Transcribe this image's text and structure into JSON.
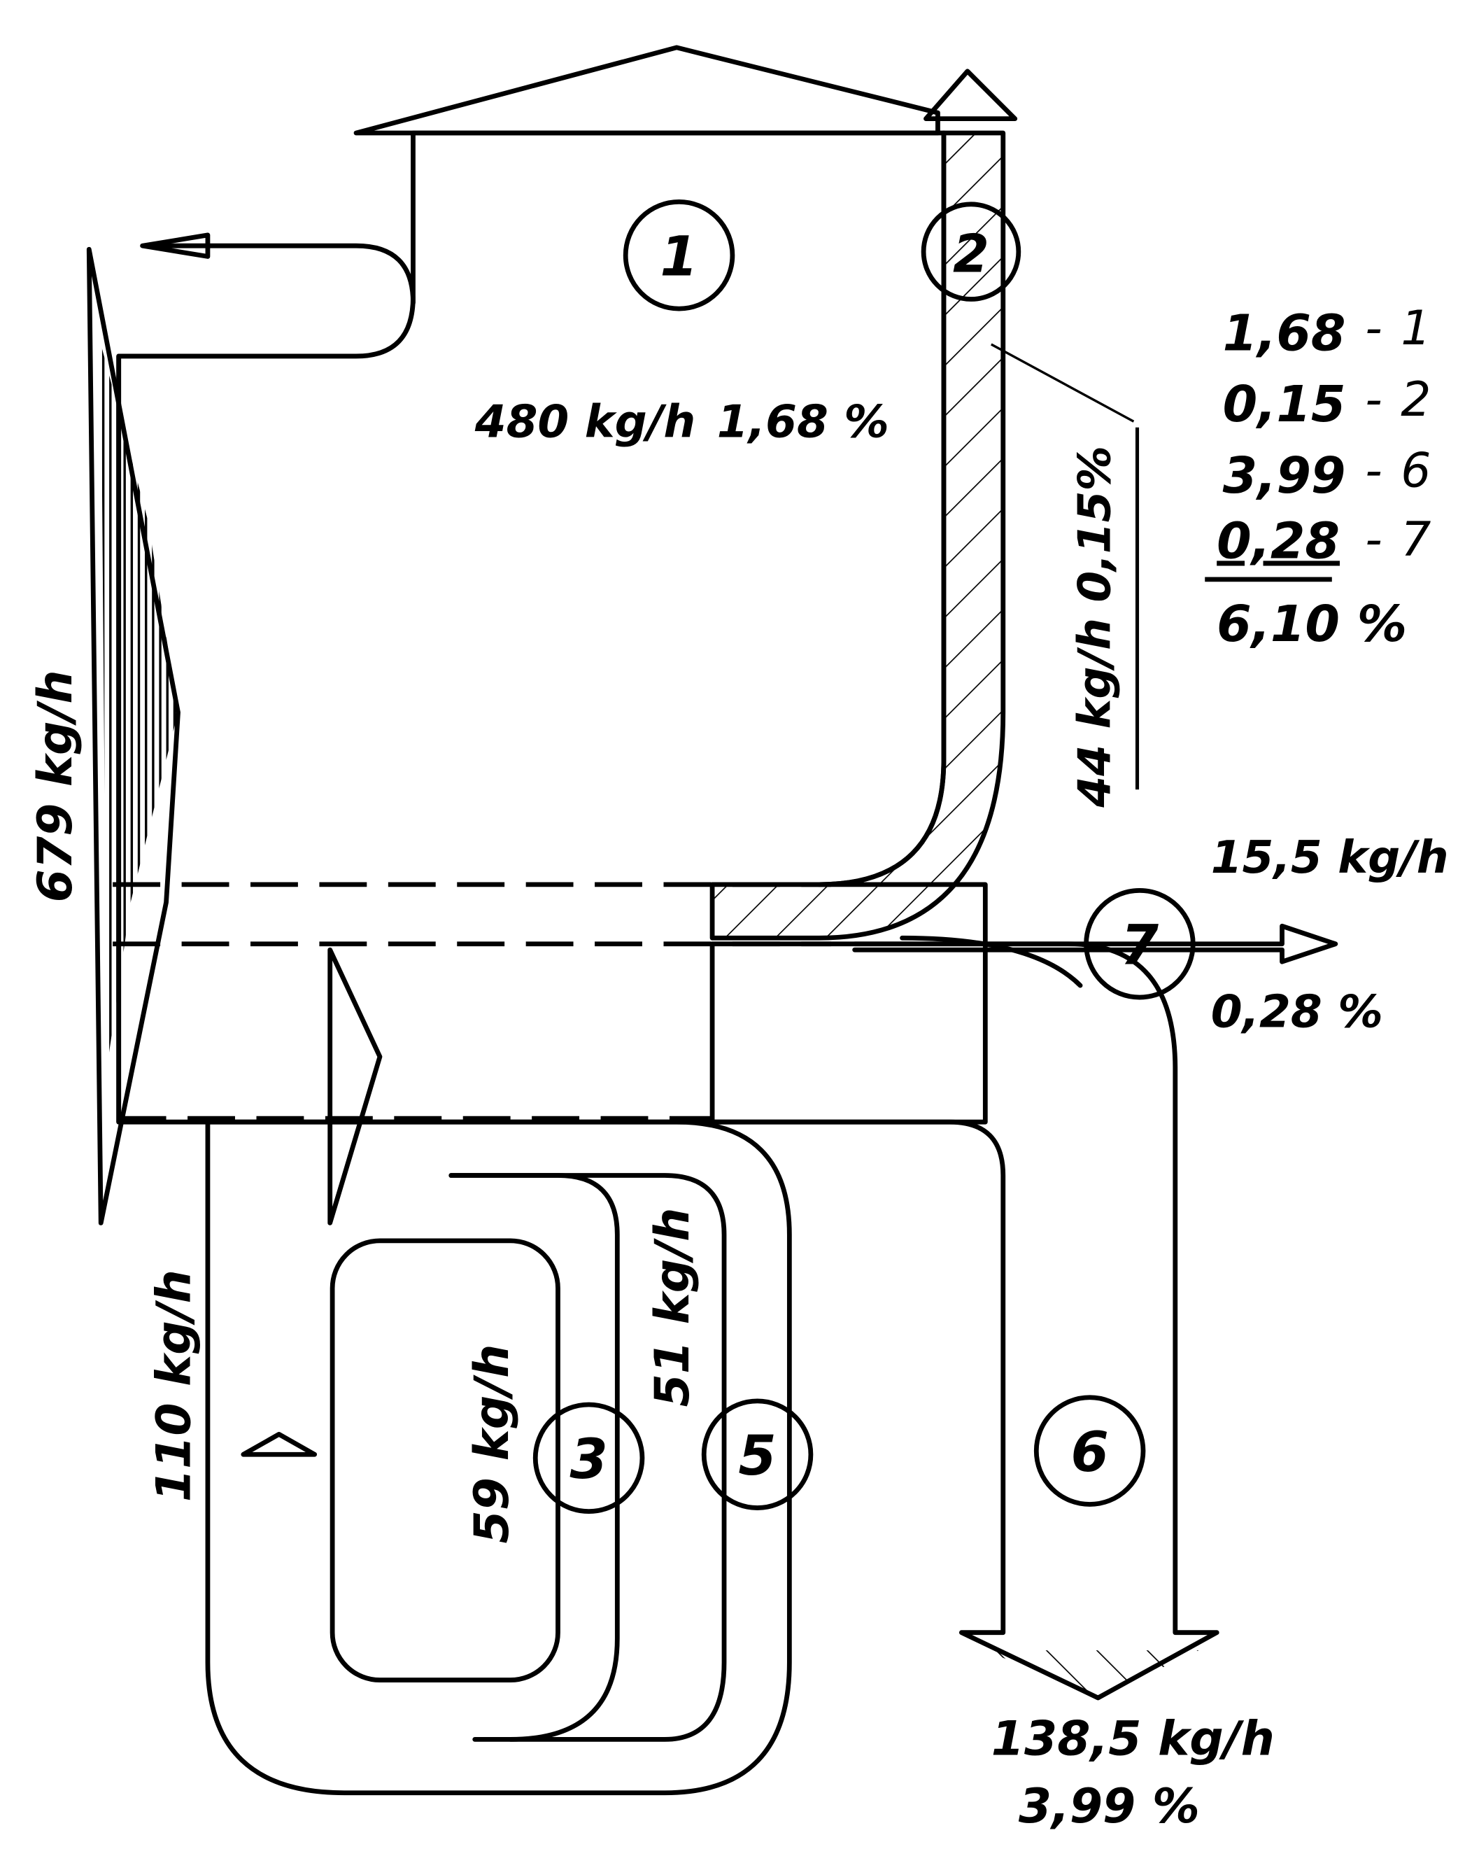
{
  "flows": {
    "total_input": "679 kg/h",
    "flow1": {
      "id": "1",
      "mass": "480 kg/h",
      "percent": "1,68 %"
    },
    "flow2": {
      "id": "2",
      "label": "44 kg/h 0,15%"
    },
    "flow3": {
      "id": "3",
      "mass": "59 kg/h"
    },
    "flow5": {
      "id": "5",
      "mass": "51 kg/h"
    },
    "flow6": {
      "id": "6",
      "mass": "138,5 kg/h",
      "percent": "3,99 %"
    },
    "flow7": {
      "id": "7",
      "mass": "15,5 kg/h",
      "percent": "0,28 %"
    },
    "recirculation": "110 kg/h"
  },
  "summary": {
    "rows": [
      {
        "value": "1,68",
        "sep": "-",
        "ref": "1"
      },
      {
        "value": "0,15",
        "sep": "-",
        "ref": "2"
      },
      {
        "value": "3,99",
        "sep": "-",
        "ref": "6"
      },
      {
        "value": "0,28",
        "sep": "-",
        "ref": "7"
      }
    ],
    "total": "6,10 %"
  },
  "colors": {
    "ink": "#000000",
    "paper": "#ffffff"
  }
}
